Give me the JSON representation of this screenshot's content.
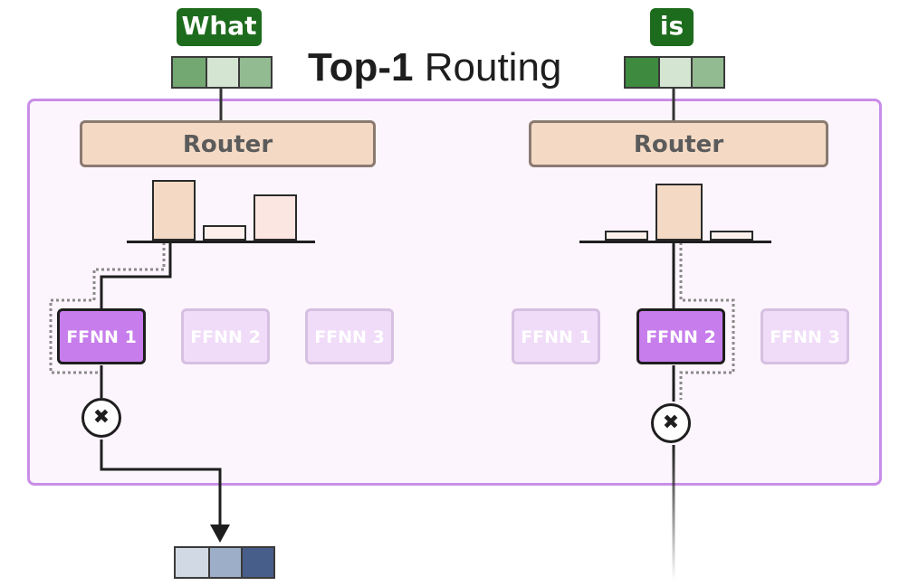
{
  "title": {
    "bold": "Top-1",
    "regular": "Routing"
  },
  "tokens": [
    {
      "label": "What",
      "vector_colors": [
        "#73a873",
        "#d4e6d2",
        "#93bb91"
      ]
    },
    {
      "label": "is",
      "vector_colors": [
        "#3e8a3e",
        "#d4e6d2",
        "#93bb91"
      ]
    }
  ],
  "router_label": "Router",
  "routers": [
    {
      "probabilities": [
        0.62,
        0.16,
        0.47
      ],
      "selected": 0,
      "bar_colors": [
        "#f4dac5",
        "#fdf0ec",
        "#fbe6e1"
      ]
    },
    {
      "probabilities": [
        0.1,
        0.58,
        0.1
      ],
      "selected": 1,
      "bar_colors": [
        "#fdf0ec",
        "#f4dac5",
        "#fdf0ec"
      ]
    }
  ],
  "experts": [
    {
      "labels": [
        "FFNN 1",
        "FFNN 2",
        "FFNN 3"
      ],
      "active": 0
    },
    {
      "labels": [
        "FFNN 1",
        "FFNN 2",
        "FFNN 3"
      ],
      "active": 1
    }
  ],
  "multiply_symbol": "✖",
  "output_vector_colors": [
    "#d1d9e5",
    "#9dafc8",
    "#485e8a"
  ],
  "colors": {
    "container_border": "#c98ee8",
    "container_fill": "#fdf5fd",
    "token_tag": "#1d6b1c",
    "router_fill": "#f4dac5",
    "expert_active": "#c77dec",
    "expert_inactive": "#f0dcf8"
  }
}
